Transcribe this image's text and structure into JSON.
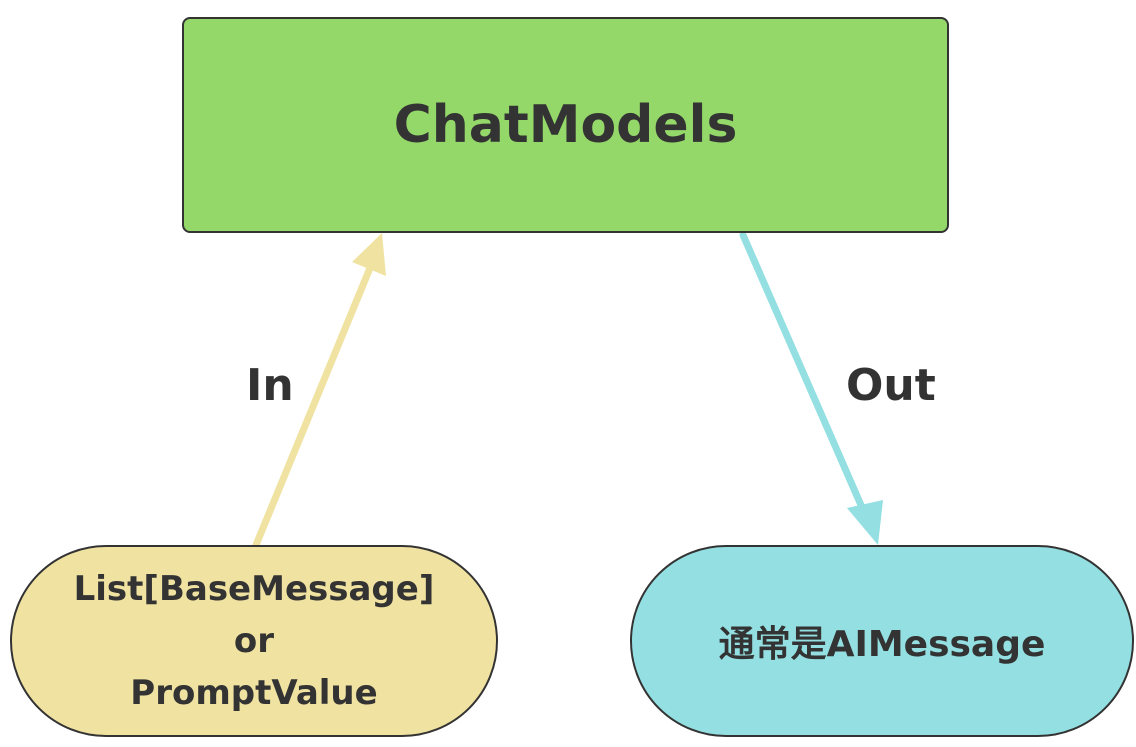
{
  "nodes": {
    "chat_models": "ChatModels",
    "input": {
      "line1": "List[BaseMessage]",
      "line2": "or",
      "line3": "PromptValue"
    },
    "output": "通常是AIMessage"
  },
  "edges": {
    "in_label": "In",
    "out_label": "Out"
  },
  "colors": {
    "chat_models_fill": "#95d86a",
    "input_fill": "#f0e2a0",
    "output_fill": "#93dfe1",
    "in_arrow": "#f0e2a0",
    "out_arrow": "#93dfe1",
    "text": "#333333"
  }
}
